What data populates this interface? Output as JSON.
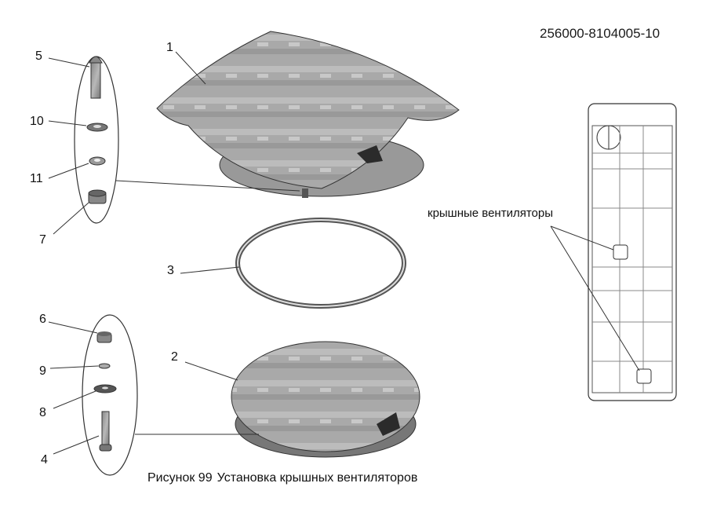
{
  "document_code": "256000-8104005-10",
  "callouts": {
    "c1": "1",
    "c2": "2",
    "c3": "3",
    "c4": "4",
    "c5": "5",
    "c6": "6",
    "c7": "7",
    "c8": "8",
    "c9": "9",
    "c10": "10",
    "c11": "11"
  },
  "roof_label": "крышные вентиляторы",
  "caption": {
    "figure": "Рисунок 99",
    "title": "Установка крышных вентиляторов"
  },
  "colors": {
    "line": "#2a2a2a",
    "part_fill": "#a8a8a8",
    "part_dark": "#3a3a3a",
    "background": "#ffffff"
  }
}
